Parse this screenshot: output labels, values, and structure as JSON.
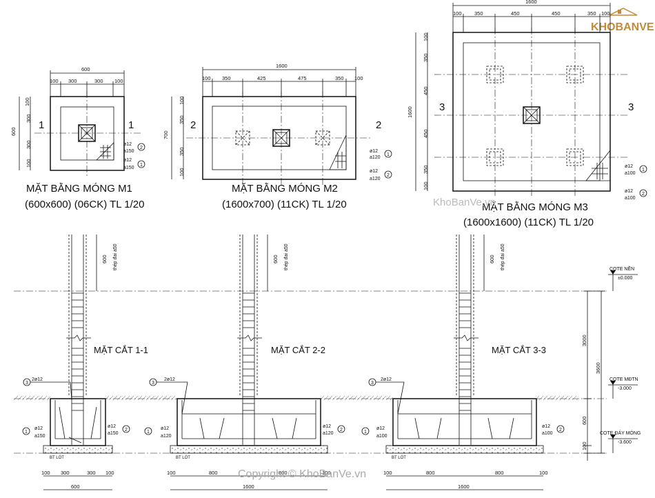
{
  "logo": {
    "text": "KHOBANVE"
  },
  "watermark": {
    "text": "KhoBanVe.vn",
    "copyright": "Copyright © KhoBanVe.vn"
  },
  "plans": {
    "m1": {
      "title": "MẶT BẰNG MÓNG M1",
      "subtitle": "(600x600) (06CK) TL 1/20",
      "dims_top": [
        "100",
        "300",
        "300",
        "100"
      ],
      "dim_total": "600",
      "dims_side": [
        "100",
        "300",
        "300",
        "100"
      ],
      "side_total": "600",
      "cut": "1",
      "rebar": [
        {
          "bar": "ø12",
          "spacing": "a150",
          "mark": "2"
        },
        {
          "bar": "ø12",
          "spacing": "a150",
          "mark": "1"
        }
      ]
    },
    "m2": {
      "title": "MẶT BẰNG MÓNG M2",
      "subtitle": "(1600x700) (11CK) TL 1/20",
      "dims_top": [
        "100",
        "350",
        "425",
        "475",
        "350",
        "100"
      ],
      "dim_total": "1600",
      "dims_side": [
        "100",
        "350",
        "350",
        "100"
      ],
      "side_total": "700",
      "cut": "2",
      "rebar": [
        {
          "bar": "ø12",
          "spacing": "a120",
          "mark": "1"
        },
        {
          "bar": "ø12",
          "spacing": "a120",
          "mark": "2"
        }
      ]
    },
    "m3": {
      "title": "MẶT BẰNG MÓNG M3",
      "subtitle": "(1600x1600) (11CK) TL 1/20",
      "dims_top": [
        "100",
        "350",
        "450",
        "450",
        "350",
        "100"
      ],
      "dim_total": "1600",
      "dims_side": [
        "100",
        "350",
        "450",
        "450",
        "350",
        "100"
      ],
      "side_total": "1600",
      "cut": "3",
      "rebar": [
        {
          "bar": "ø12",
          "spacing": "a100",
          "mark": "1"
        },
        {
          "bar": "ø12",
          "spacing": "a100",
          "mark": "2"
        }
      ]
    }
  },
  "sections": {
    "s1": {
      "title": "MẶT CẮT 1-1",
      "top_bar": "2ø12",
      "mark3": "3",
      "rebar1": {
        "bar": "ø12",
        "spacing": "a150",
        "mark": "1"
      },
      "rebar2": {
        "bar": "ø12",
        "spacing": "a150",
        "mark": "2"
      },
      "lap": "600",
      "stirrup": "thép đai a50",
      "lean": "BT LÓT",
      "dims_bottom": [
        "100",
        "300",
        "300",
        "100"
      ],
      "width": "600"
    },
    "s2": {
      "title": "MẶT CẮT 2-2",
      "top_bar": "2ø12",
      "mark3": "3",
      "rebar1": {
        "bar": "ø12",
        "spacing": "a120",
        "mark": "1"
      },
      "rebar2": {
        "bar": "ø12",
        "spacing": "a120",
        "mark": "2"
      },
      "lap": "600",
      "stirrup": "thép đai a50",
      "lean": "BT LÓT",
      "dims_bottom": [
        "100",
        "800",
        "800",
        "100"
      ],
      "width": "1600"
    },
    "s3": {
      "title": "MẶT CẮT 3-3",
      "top_bar": "2ø12",
      "mark3": "3",
      "rebar1": {
        "bar": "ø12",
        "spacing": "a100",
        "mark": "1"
      },
      "rebar2": {
        "bar": "ø12",
        "spacing": "a100",
        "mark": "2"
      },
      "lap": "600",
      "stirrup": "thép đai a50",
      "lean": "BT LÓT",
      "dims_bottom": [
        "100",
        "800",
        "800",
        "100"
      ],
      "width": "1600"
    }
  },
  "levels": {
    "nen": {
      "label": "COTE NỀN",
      "value": "±0.000"
    },
    "mdtn": {
      "label": "COTE MĐTN",
      "value": "-3.000"
    },
    "day": {
      "label": "COTE ĐÁY MÓNG",
      "value": "-3.600"
    },
    "dims": [
      "3000",
      "600",
      "100"
    ],
    "total": "3600"
  }
}
